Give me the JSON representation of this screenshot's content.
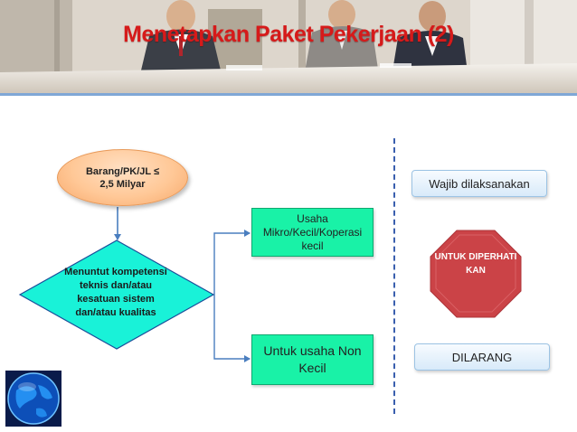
{
  "slide": {
    "title": "Menetapkan Paket Pekerjaan (2)"
  },
  "flowchart": {
    "start": "Barang/PK/JL ≤ 2,5 Milyar",
    "decision": "Menuntut kompetensi teknis dan/atau kesatuan sistem dan/atau kualitas",
    "branch_top": "Usaha Mikro/Kecil/Koperasi kecil",
    "branch_bottom": "Untuk usaha Non Kecil"
  },
  "legend": {
    "required": "Wajib dilaksanakan",
    "attention": "UNTUK DIPERHATI KAN",
    "forbidden": "DILARANG"
  },
  "colors": {
    "title": "#d61a1a",
    "start_fill": "#ffc897",
    "decision_fill": "#19f2d8",
    "branch_fill": "#19f2a7",
    "stop_fill": "#c9393e",
    "divider": "#3a5fae"
  },
  "icons": {
    "logo": "globe-logo-icon",
    "stop": "stop-sign-icon"
  }
}
